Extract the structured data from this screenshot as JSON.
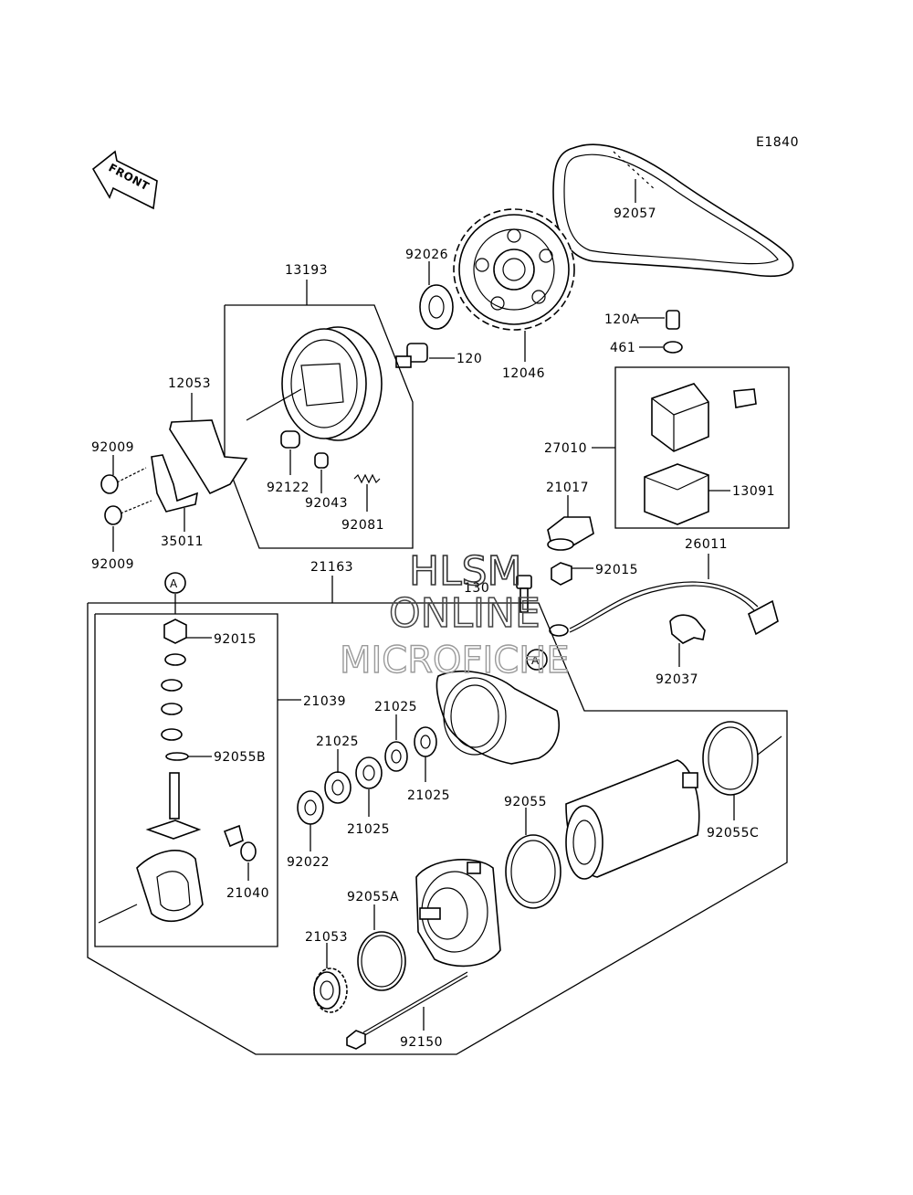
{
  "diagram_id": "E1840",
  "front_label": "FRONT",
  "ref_marker": "A",
  "watermark": {
    "line1": "HLSM",
    "line2": "ONLINE",
    "line3": "MICROFICHE"
  },
  "parts": {
    "p92057": "92057",
    "p12046": "12046",
    "p92026": "92026",
    "p120": "120",
    "p13193": "13193",
    "p12053": "12053",
    "p92009a": "92009",
    "p92009b": "92009",
    "p35011": "35011",
    "p92122": "92122",
    "p92043": "92043",
    "p92081": "92081",
    "p120A": "120A",
    "p461": "461",
    "p27010": "27010",
    "p13091": "13091",
    "p21017": "21017",
    "p92015b": "92015",
    "p26011": "26011",
    "p130": "130",
    "p92037": "92037",
    "p21163": "21163",
    "p92015a": "92015",
    "p21039": "21039",
    "p92055B": "92055B",
    "p21040": "21040",
    "p21025a": "21025",
    "p21025b": "21025",
    "p21025c": "21025",
    "p21025d": "21025",
    "p92022": "92022",
    "p92055": "92055",
    "p92055C": "92055C",
    "p92055A": "92055A",
    "p21053": "21053",
    "p92150": "92150"
  }
}
